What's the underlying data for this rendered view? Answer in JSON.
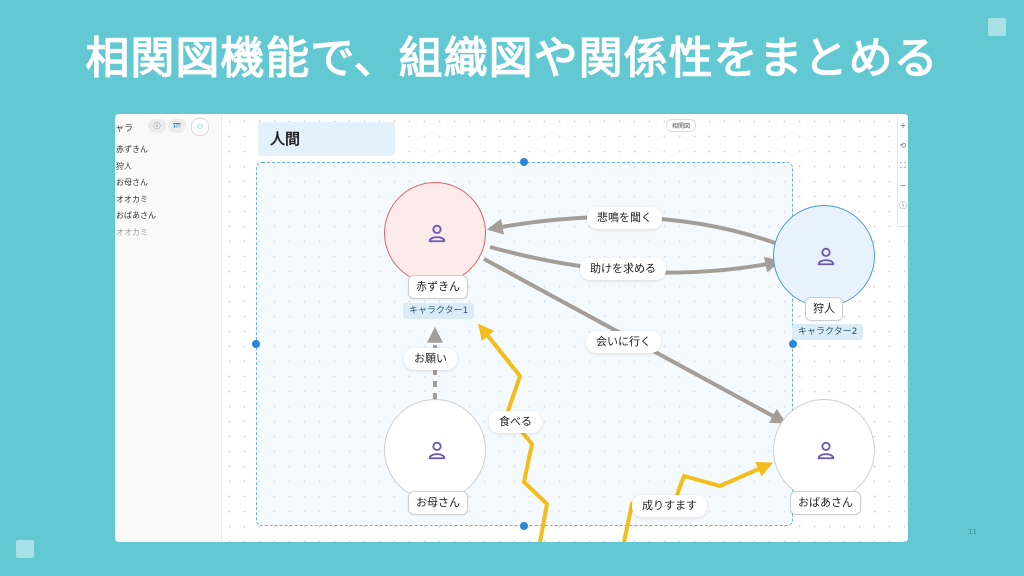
{
  "slide": {
    "title": "相関図機能で、組織図や関係性をまとめる",
    "page_number": "11",
    "accent_color": "#62c8d2"
  },
  "sidebar": {
    "title": "ャラ",
    "info_icon": "ⓘ",
    "card_icon": "🪪",
    "person_icon": "⚇",
    "items": [
      {
        "label": "赤ずきん"
      },
      {
        "label": "狩人"
      },
      {
        "label": "お母さん"
      },
      {
        "label": "オオカミ"
      },
      {
        "label": "おばあさん"
      },
      {
        "label": "オオカミ"
      }
    ]
  },
  "canvas": {
    "label": "相関図",
    "toolbar": [
      "+",
      "⟲",
      "⛶",
      "−",
      "ⓘ"
    ],
    "group": {
      "label": "人間"
    },
    "nodes": [
      {
        "name": "赤ずきん",
        "tag": "キャラクター1",
        "color": "#d96565"
      },
      {
        "name": "狩人",
        "tag": "キャラクター2",
        "color": "#4b9ad8"
      },
      {
        "name": "お母さん"
      },
      {
        "name": "おばあさん"
      }
    ],
    "edges": [
      {
        "label": "悲鳴を聞く",
        "color": "#a39e98"
      },
      {
        "label": "助けを求める",
        "color": "#a39e98"
      },
      {
        "label": "会いに行く",
        "color": "#a39e98"
      },
      {
        "label": "お願い",
        "color": "#a39e98"
      },
      {
        "label": "食べる",
        "color": "#f3bd1a"
      },
      {
        "label": "成りすます",
        "color": "#f3bd1a"
      }
    ],
    "icon_color": "#6a57b8"
  }
}
